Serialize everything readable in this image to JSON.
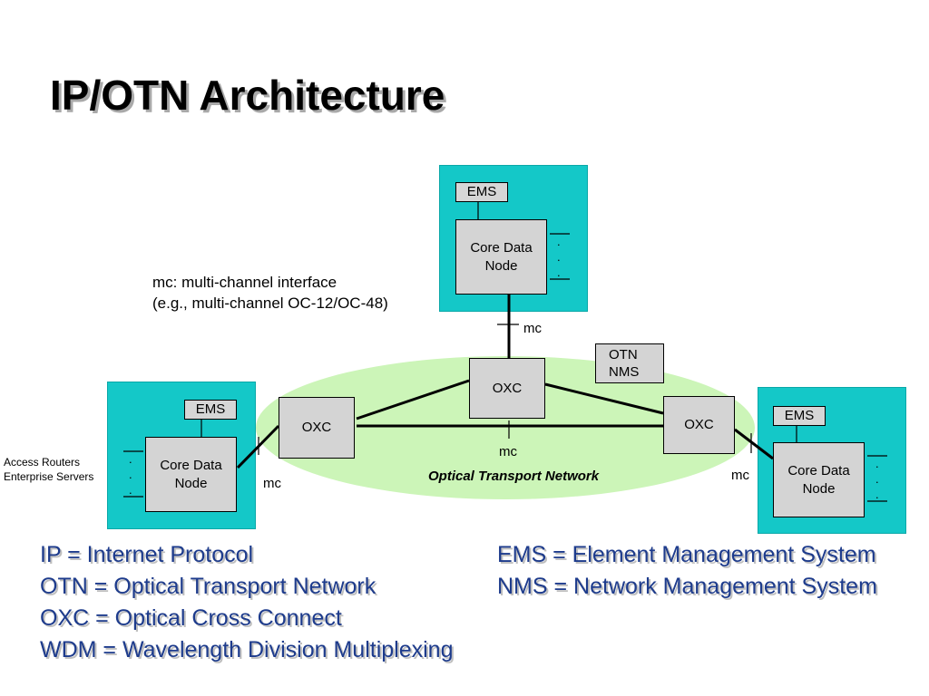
{
  "title": "IP/OTN Architecture",
  "mc_note": [
    "mc: multi-channel interface",
    "(e.g., multi-channel OC-12/OC-48)"
  ],
  "nodes": {
    "ems": "EMS",
    "core_data_node": "Core Data\nNode",
    "oxc": "OXC",
    "otn_nms": "OTN\nNMS"
  },
  "labels": {
    "mc": "mc",
    "access": [
      "Access Routers",
      "Enterprise Servers"
    ],
    "network": "Optical Transport Network",
    "dots": "."
  },
  "legend_left": [
    "IP = Internet Protocol",
    "OTN = Optical Transport Network",
    "OXC = Optical Cross Connect",
    "WDM = Wavelength Division Multiplexing"
  ],
  "legend_right": [
    "EMS = Element Management System",
    "NMS = Network Management System"
  ],
  "colors": {
    "site_bg": "#14c8c8",
    "network_bg": "#ccf5b8",
    "legend_text": "#1d3b8c",
    "box_bg": "#d4d4d4"
  }
}
